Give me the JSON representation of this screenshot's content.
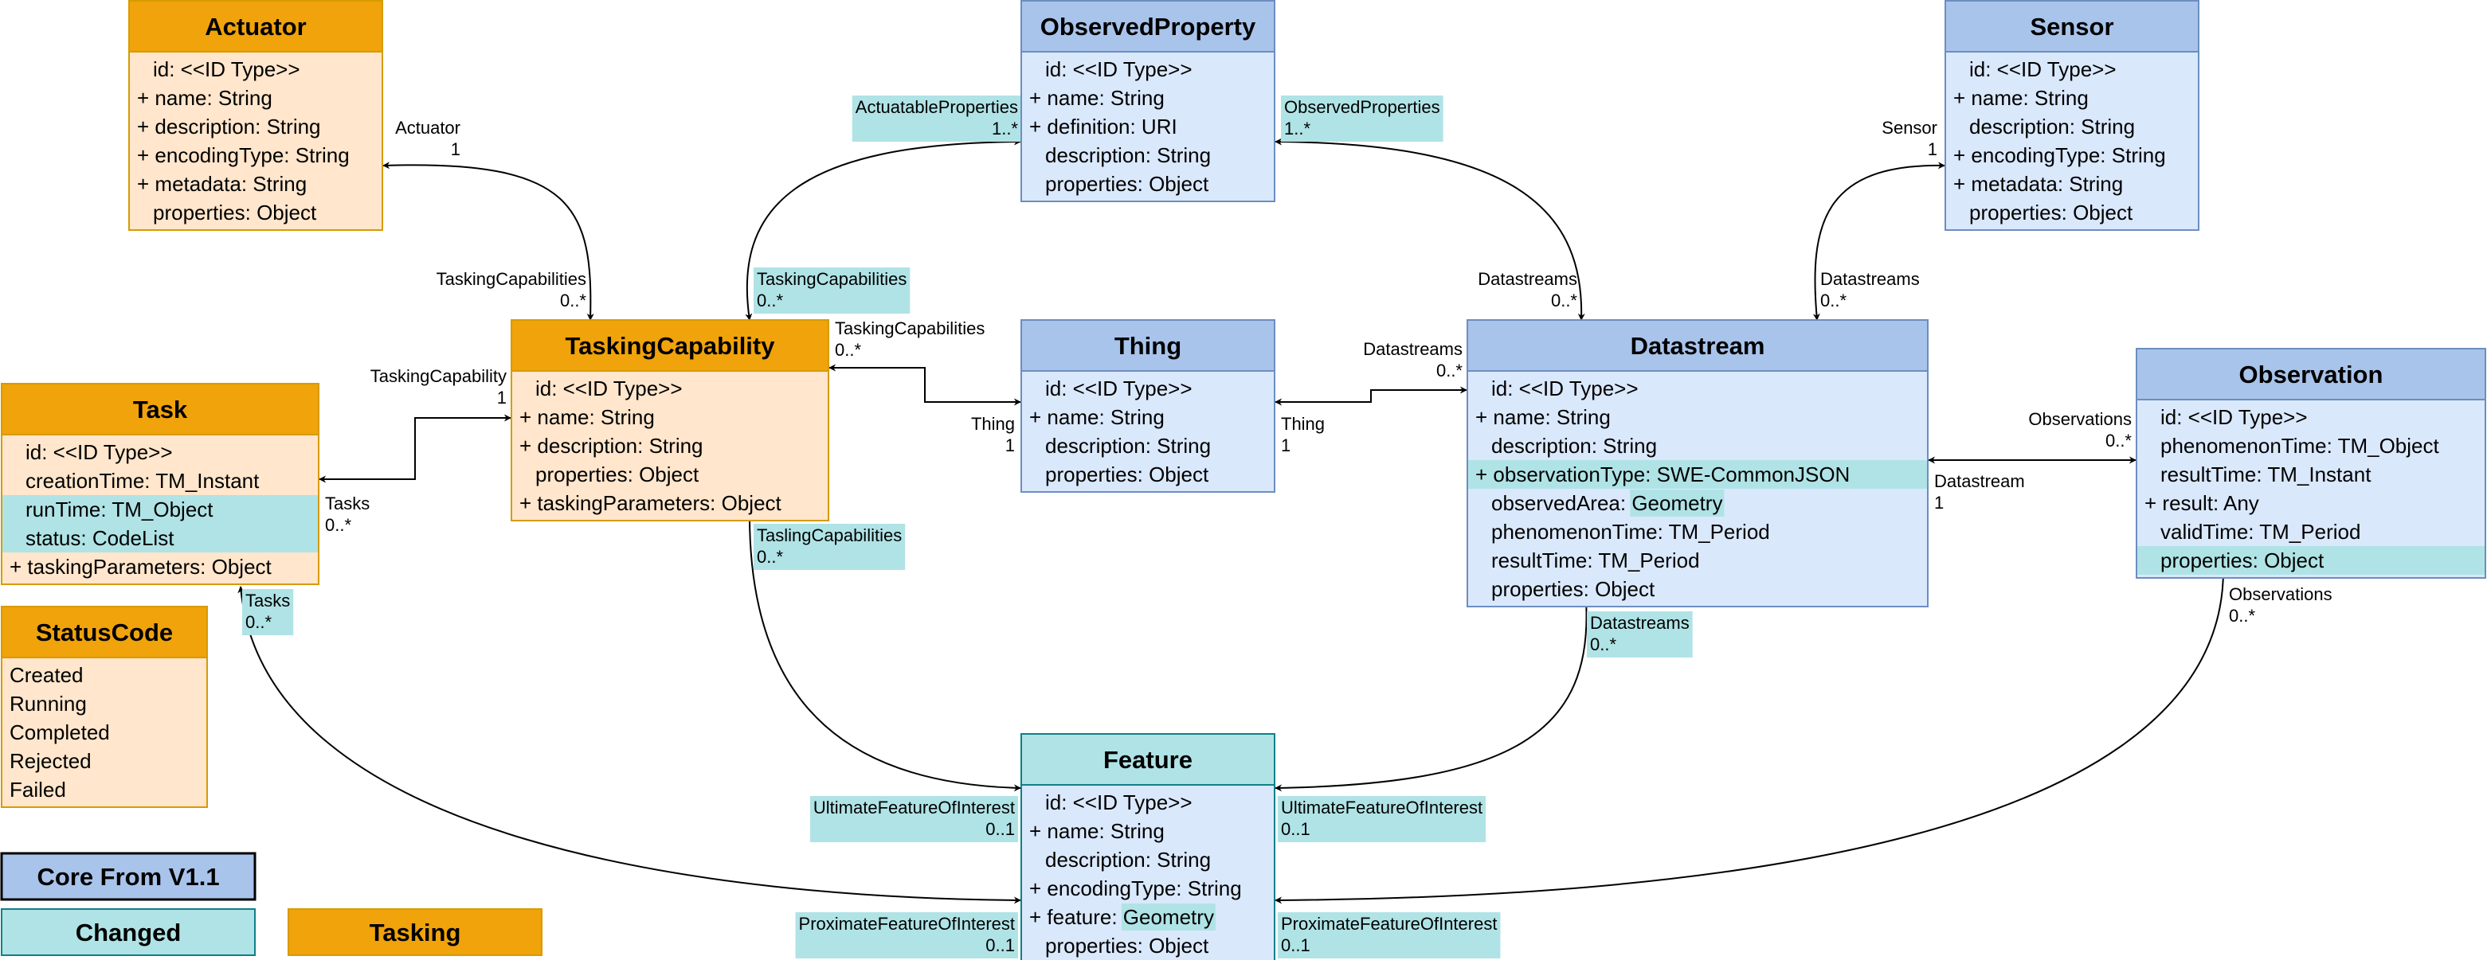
{
  "colors": {
    "core_header": "#a9c4eb",
    "core_body": "#dae8fc",
    "core_border": "#6c8ebf",
    "tasking_header": "#f0a30a",
    "tasking_body": "#ffe6cc",
    "tasking_border": "#d79b00",
    "changed_fill": "#b0e3e6",
    "changed_border": "#0e8088",
    "line": "#000000"
  },
  "classes": [
    {
      "id": "actuator",
      "title": "Actuator",
      "style": "tasking",
      "attributes": [
        {
          "text": "id: <<ID Type>>"
        },
        {
          "text": "+ name: String"
        },
        {
          "text": "+ description: String"
        },
        {
          "text": "+ encodingType: String"
        },
        {
          "text": "+ metadata: String"
        },
        {
          "text": "properties: Object"
        }
      ]
    },
    {
      "id": "observedproperty",
      "title": "ObservedProperty",
      "style": "core",
      "attributes": [
        {
          "text": "id: <<ID Type>>"
        },
        {
          "text": "+ name: String"
        },
        {
          "text": "+ definition: URI"
        },
        {
          "text": "description: String"
        },
        {
          "text": "properties: Object"
        }
      ]
    },
    {
      "id": "sensor",
      "title": "Sensor",
      "style": "core",
      "attributes": [
        {
          "text": "id: <<ID Type>>"
        },
        {
          "text": "+ name: String"
        },
        {
          "text": "description: String"
        },
        {
          "text": "+ encodingType: String"
        },
        {
          "text": "+ metadata: String"
        },
        {
          "text": "properties: Object"
        }
      ]
    },
    {
      "id": "taskingcapability",
      "title": "TaskingCapability",
      "style": "tasking",
      "attributes": [
        {
          "text": "id: <<ID Type>>"
        },
        {
          "text": "+ name: String"
        },
        {
          "text": "+ description: String"
        },
        {
          "text": "properties: Object"
        },
        {
          "text": "+ taskingParameters: Object"
        }
      ]
    },
    {
      "id": "thing",
      "title": "Thing",
      "style": "core",
      "attributes": [
        {
          "text": "id: <<ID Type>>"
        },
        {
          "text": "+ name: String"
        },
        {
          "text": "description: String"
        },
        {
          "text": "properties: Object"
        }
      ]
    },
    {
      "id": "datastream",
      "title": "Datastream",
      "style": "core",
      "attributes": [
        {
          "text": "id: <<ID Type>>"
        },
        {
          "text": "+ name: String"
        },
        {
          "text": "description: String"
        },
        {
          "text": "+ observationType: SWE-CommonJSON",
          "hl": "full"
        },
        {
          "text": "observedArea: Geometry",
          "hl": "observedArea: |Geometry"
        },
        {
          "text": "phenomenonTime: TM_Period"
        },
        {
          "text": "resultTime: TM_Period"
        },
        {
          "text": "properties: Object"
        }
      ]
    },
    {
      "id": "observation",
      "title": "Observation",
      "style": "core",
      "attributes": [
        {
          "text": "id: <<ID Type>>"
        },
        {
          "text": "phenomenonTime: TM_Object"
        },
        {
          "text": "resultTime: TM_Instant"
        },
        {
          "text": "+ result: Any"
        },
        {
          "text": "validTime: TM_Period"
        },
        {
          "text": "properties: Object",
          "hl": "full"
        }
      ]
    },
    {
      "id": "task",
      "title": "Task",
      "style": "tasking",
      "attributes": [
        {
          "text": "id: <<ID Type>>"
        },
        {
          "text": "creationTime: TM_Instant"
        },
        {
          "text": "runTime: TM_Object",
          "hl": "full"
        },
        {
          "text": "status: CodeList",
          "hl": "full"
        },
        {
          "text": "+ taskingParameters: Object"
        }
      ]
    },
    {
      "id": "statuscode",
      "title": "StatusCode",
      "style": "tasking",
      "attributes": [
        {
          "text": "Created"
        },
        {
          "text": "Running"
        },
        {
          "text": "Completed"
        },
        {
          "text": "Rejected"
        },
        {
          "text": "Failed"
        }
      ]
    },
    {
      "id": "feature",
      "title": "Feature",
      "style": "changed",
      "attributes": [
        {
          "text": "id: <<ID Type>>"
        },
        {
          "text": "+ name: String"
        },
        {
          "text": "description: String"
        },
        {
          "text": "+ encodingType: String"
        },
        {
          "text": "+ feature: Geometry",
          "hl": "+ feature: |Geometry"
        },
        {
          "text": "properties: Object"
        }
      ]
    }
  ],
  "legend": [
    {
      "id": "core",
      "label": "Core From V1.1"
    },
    {
      "id": "changed",
      "label": "Changed"
    },
    {
      "id": "tasking",
      "label": "Tasking"
    }
  ],
  "relations": [
    {
      "id": "actuator-tc",
      "ends": [
        {
          "role": "Actuator",
          "mult": "1",
          "hl": false
        },
        {
          "role": "TaskingCapabilities",
          "mult": "0..*",
          "hl": false
        }
      ]
    },
    {
      "id": "op-tc",
      "ends": [
        {
          "role": "ActuatableProperties",
          "mult": "1..*",
          "hl": true
        },
        {
          "role": "TaskingCapabilities",
          "mult": "0..*",
          "hl": true
        }
      ]
    },
    {
      "id": "op-ds",
      "ends": [
        {
          "role": "ObservedProperties",
          "mult": "1..*",
          "hl": true
        },
        {
          "role": "Datastreams",
          "mult": "0..*",
          "hl": false
        }
      ]
    },
    {
      "id": "sensor-ds",
      "ends": [
        {
          "role": "Sensor",
          "mult": "1",
          "hl": false
        },
        {
          "role": "Datastreams",
          "mult": "0..*",
          "hl": false
        }
      ]
    },
    {
      "id": "task-tc",
      "ends": [
        {
          "role": "Tasks",
          "mult": "0..*",
          "hl": false
        },
        {
          "role": "TaskingCapability",
          "mult": "1",
          "hl": false
        }
      ]
    },
    {
      "id": "tc-thing",
      "ends": [
        {
          "role": "TaskingCapabilities",
          "mult": "0..*",
          "hl": false
        },
        {
          "role": "Thing",
          "mult": "1",
          "hl": false
        }
      ]
    },
    {
      "id": "thing-ds",
      "ends": [
        {
          "role": "Thing",
          "mult": "1",
          "hl": false
        },
        {
          "role": "Datastreams",
          "mult": "0..*",
          "hl": false
        }
      ]
    },
    {
      "id": "ds-obs",
      "ends": [
        {
          "role": "Datastream",
          "mult": "1",
          "hl": false
        },
        {
          "role": "Observations",
          "mult": "0..*",
          "hl": false
        }
      ]
    },
    {
      "id": "tc-feature",
      "ends": [
        {
          "role": "TaslingCapabilities",
          "mult": "0..*",
          "hl": true
        },
        {
          "role": "UltimateFeatureOfInterest",
          "mult": "0..1",
          "hl": true
        }
      ]
    },
    {
      "id": "ds-feature",
      "ends": [
        {
          "role": "Datastreams",
          "mult": "0..*",
          "hl": true
        },
        {
          "role": "UltimateFeatureOfInterest",
          "mult": "0..1",
          "hl": true
        }
      ]
    },
    {
      "id": "task-feature",
      "ends": [
        {
          "role": "Tasks",
          "mult": "0..*",
          "hl": true
        },
        {
          "role": "ProximateFeatureOfInterest",
          "mult": "0..1",
          "hl": true
        }
      ]
    },
    {
      "id": "obs-feature",
      "ends": [
        {
          "role": "Observations",
          "mult": "0..*",
          "hl": false
        },
        {
          "role": "ProximateFeatureOfInterest",
          "mult": "0..1",
          "hl": true
        }
      ]
    }
  ]
}
